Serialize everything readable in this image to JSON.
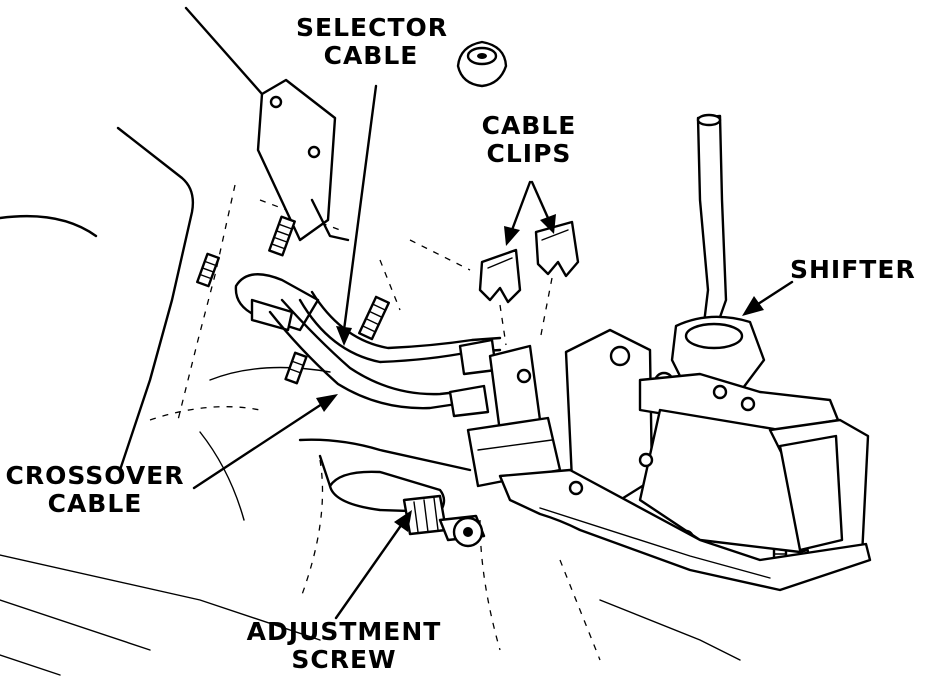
{
  "title": "Shifter cable adjustment diagram",
  "labels": {
    "selector_cable": [
      "SELECTOR",
      "CABLE"
    ],
    "cable_clips": [
      "CABLE",
      "CLIPS"
    ],
    "shifter": "SHIFTER",
    "crossover_cable": [
      "CROSSOVER",
      "CABLE"
    ],
    "adjustment_screw": [
      "ADJUSTMENT",
      "SCREW"
    ]
  },
  "colors": {
    "ink": "#000000",
    "paper": "#ffffff"
  }
}
